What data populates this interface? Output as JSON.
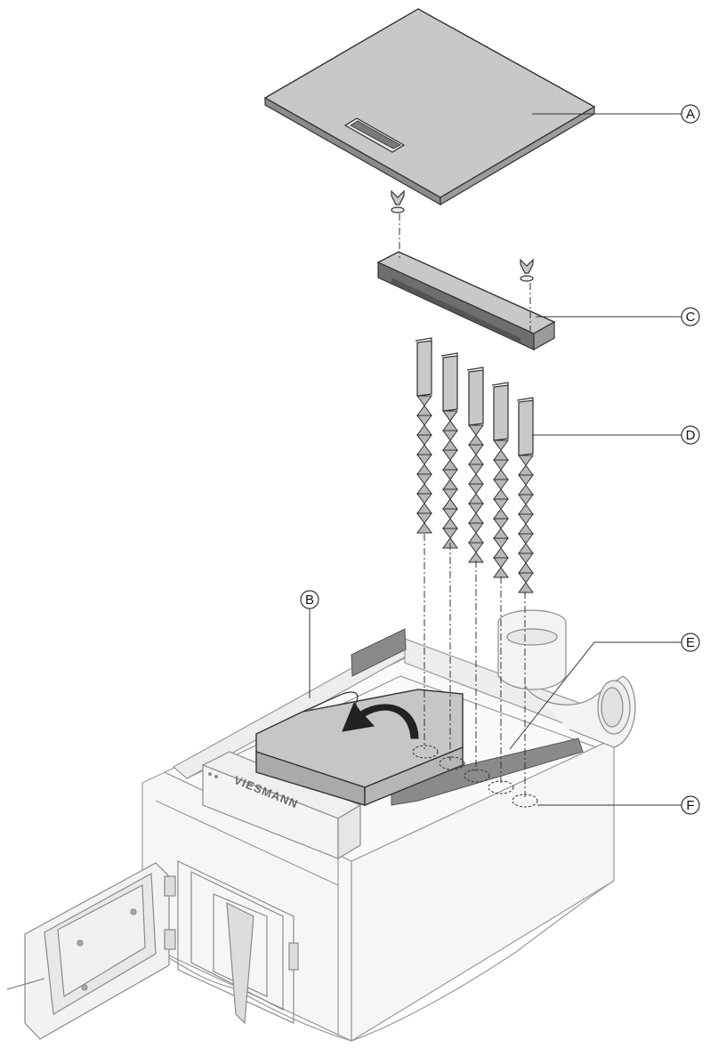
{
  "figure": {
    "callouts": [
      {
        "id": "A",
        "label": "A"
      },
      {
        "id": "B",
        "label": "B"
      },
      {
        "id": "C",
        "label": "C"
      },
      {
        "id": "D",
        "label": "D"
      },
      {
        "id": "E",
        "label": "E"
      },
      {
        "id": "F",
        "label": "F"
      }
    ],
    "brand": "VIESMANN",
    "baffle_count": 5
  },
  "colors": {
    "line": "#333333",
    "light_line": "#8a8a8a",
    "part_fill": "#c8c8c8",
    "dark_fill": "#7a7a7a",
    "body_fill": "#f2f2f2"
  }
}
